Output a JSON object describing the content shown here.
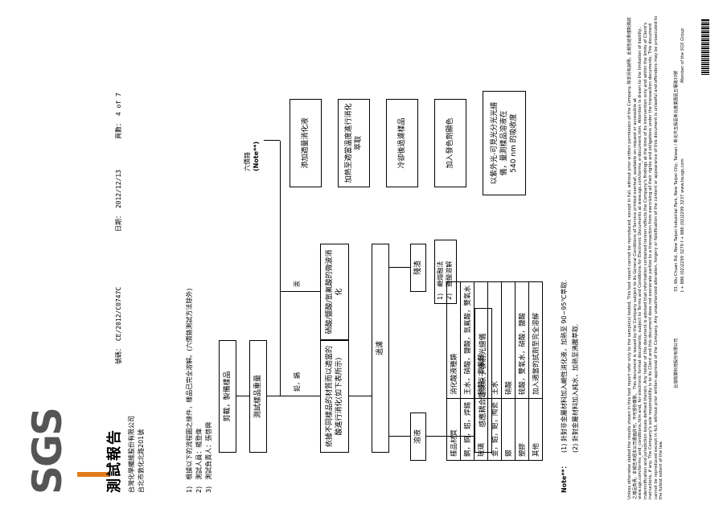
{
  "header": {
    "title": "測試報告",
    "company_name": "台灣化學纖維股份有限公司",
    "company_address": "台北市敦化北路201號",
    "report_no": "號碼： CE/2012/C0747C",
    "date": "日期： 2012/12/13",
    "page": "頁數： 4 of 7"
  },
  "notes": {
    "n1": "1)　根據以下的流程圖之條件，樣品已完全溶解。(六價鉻測試方法除外)",
    "n2": "2)　測試人員：楊登偉",
    "n3": "3)　測試負責人：張啓興"
  },
  "flow": {
    "cut": "剪截，製備樣品",
    "weigh": "測試樣品重量",
    "pb_cd": "鉛，鎘",
    "hg": "汞",
    "cr6": "六價鉻",
    "note_ref": "(Note**)",
    "digest_acid": "依據不同樣品的材質而以適當的酸進行消化(如下表所示)",
    "micro_digest": "硝酸/鹽酸/氫氟酸的微波消化",
    "filter": "過濾",
    "solution": "溶液",
    "residue": "殘渣",
    "fusion_1": "1)　鹼熔融法",
    "fusion_2": "2)　鹽酸溶解",
    "icp": "感應耦合電漿原子發射光譜儀",
    "cr_a": "添加適量消化液",
    "cr_b": "加熱至適當溫度進行消化萃取",
    "cr_c": "冷卻後過濾樣品",
    "cr_d": "加入發色劑顯色",
    "cr_e_1": "以紫外光-可見光分光光譜",
    "cr_e_2": "儀，量測樣品溶液在",
    "cr_e_3": "540 nm 的吸收度"
  },
  "table": {
    "col1": "樣品材質",
    "col2": "消化酸液種類",
    "rows": [
      {
        "material": "鋼，銅，鋁，焊錫",
        "acid": "王水，硝酸，鹽酸，氫氟酸，雙氧水"
      },
      {
        "material": "玻璃",
        "acid": "硝酸，氫氟酸"
      },
      {
        "material": "金，鉑，鈀，陶瓷",
        "acid": "王水"
      },
      {
        "material": "銀",
        "acid": "硝酸"
      },
      {
        "material": "塑膠",
        "acid": "硫酸，雙氧水，硝酸，鹽酸"
      },
      {
        "material": "其他",
        "acid": "加入適當的試劑至完全溶解"
      }
    ]
  },
  "note_stars": {
    "label": "Note**：",
    "line1": "(1) 針對非金屬材料加入鹼性消化液，加熱至 90~95℃萃取.",
    "line2": "(2) 針對金屬材料加入純水，加熱至沸騰萃取."
  },
  "logo": {
    "text": "SGS"
  },
  "footer": {
    "signature": "台灣檢驗科技股份有限公司",
    "address_1": "33, Wu Chuan Rd., New Taipei Industrial Park, New Taipei City, Taiwan / 新北市五股區新北產業園區五權路33號",
    "address_2": "t + 886 (02)2299 3279  f + 886 (02)2299 3237   www.tw.sgs.com",
    "member": "Member of the SGS Group",
    "disclaimer": "Unless otherwise stated the results shown in this test report refer only to the sample(s) tested. This test report cannot be reproduced, except in full, without prior written permission of the Company. 除非另有說明，此報告結果僅對測試之樣品負責。本報告未經本公司書面許可，不可部份複製。 This document is issued by the Company subject to its General Conditions of Service printed overleaf, available on request or accessible at www.sgs.com/terms_and_conditions.htm and, for electronic format documents, subject to Terms and Conditions for Electronic Documents at www.sgs.com/terms_e-document.htm. Attention is drawn to the limitation of liability, indemnification and jurisdiction issues defined therein. Any holder of this document is advised that information contained hereon reflects the Company's findings at the time of its intervention only and within the limits of Client's instructions, if any. The Company's sole responsibility is to its Client and this document does not exonerate parties to a transaction from exercising all their rights and obligations under the transaction documents. This document cannot be reproduced except in full, without prior written approval of the Company. Any unauthorized alteration, forgery or falsification of the content or appearance of this document is unlawful and offenders may be prosecuted to the fullest extent of the law."
  }
}
